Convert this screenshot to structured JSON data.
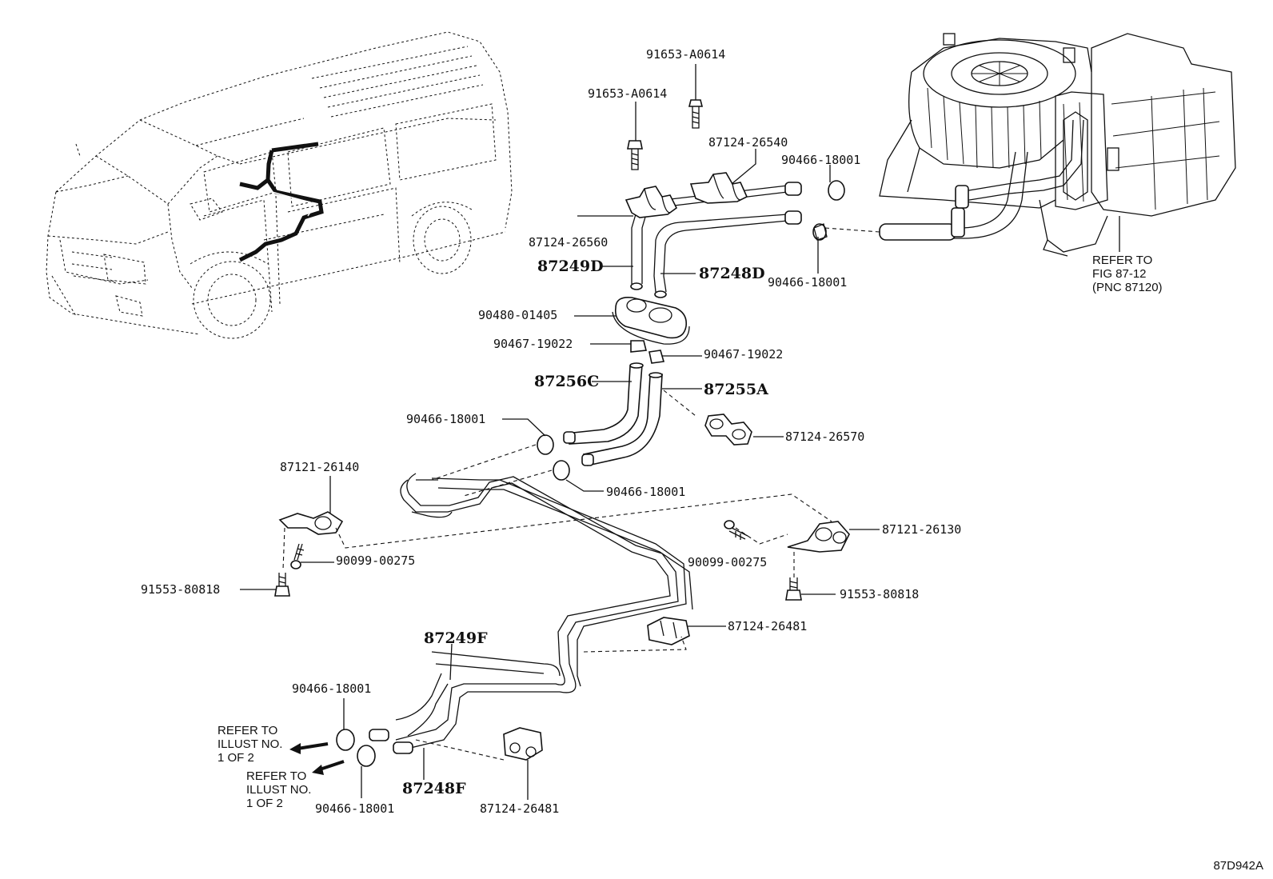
{
  "labels": {
    "l01": "91653-A0614",
    "l02": "91653-A0614",
    "l03": "87124-26540",
    "l04": "90466-18001",
    "l05": "87124-26560",
    "l06": "87249D",
    "l07": "87248D",
    "l08": "90466-18001",
    "l09": "90480-01405",
    "l10": "90467-19022",
    "l11": "90467-19022",
    "l12": "87256C",
    "l13": "87255A",
    "l14": "90466-18001",
    "l15": "87124-26570",
    "l16": "87121-26140",
    "l17": "90466-18001",
    "l18": "87121-26130",
    "l19": "90099-00275",
    "l20": "90099-00275",
    "l21": "91553-80818",
    "l22": "91553-80818",
    "l23": "87124-26481",
    "l24": "87249F",
    "l25": "90466-18001",
    "l26": "87248F",
    "l27": "90466-18001",
    "l28": "87124-26481"
  },
  "notes": {
    "refer_fig": [
      "REFER TO",
      "FIG 87-12",
      "(PNC 87120)"
    ],
    "refer_illust_1": [
      "REFER TO",
      "ILLUST NO.",
      "1 OF 2"
    ],
    "refer_illust_2": [
      "REFER TO",
      "ILLUST NO.",
      "1 OF 2"
    ]
  },
  "figure_id": "87D942A"
}
